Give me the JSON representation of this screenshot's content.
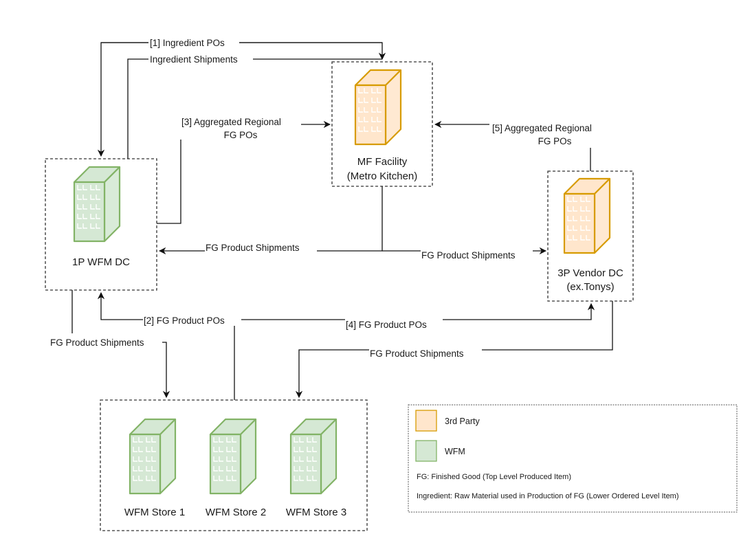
{
  "colors": {
    "third_party_fill": "#ffe6cc",
    "third_party_stroke": "#d79b00",
    "wfm_fill": "#d5e8d4",
    "wfm_stroke": "#82b366",
    "edge": "#111111"
  },
  "nodes": {
    "mf_facility": {
      "line1": "MF Facility",
      "line2": "(Metro Kitchen)",
      "category": "third_party",
      "icon": "building-icon"
    },
    "wfm_dc": {
      "line1": "1P WFM DC",
      "category": "wfm",
      "icon": "building-icon"
    },
    "vendor_dc": {
      "line1": "3P Vendor DC",
      "line2": "(ex.Tonys)",
      "category": "third_party",
      "icon": "building-icon"
    },
    "stores": [
      {
        "label": "WFM Store 1",
        "category": "wfm",
        "icon": "building-icon"
      },
      {
        "label": "WFM Store 2",
        "category": "wfm",
        "icon": "building-icon"
      },
      {
        "label": "WFM Store 3",
        "category": "wfm",
        "icon": "building-icon"
      }
    ]
  },
  "edges": {
    "ingredient_pos": {
      "label": "[1] Ingredient POs",
      "from": "1P WFM DC",
      "to": "MF Facility"
    },
    "ingredient_shipments": {
      "label": "Ingredient Shipments",
      "from": "MF Facility",
      "to": "1P WFM DC"
    },
    "fg_product_pos_2": {
      "label": "[2] FG Product POs",
      "from": "WFM Stores",
      "to": "1P WFM DC"
    },
    "aggregated_3": {
      "line1": "[3] Aggregated Regional",
      "line2": "FG POs",
      "from": "1P WFM DC",
      "to": "MF Facility"
    },
    "fg_product_pos_4": {
      "label": "[4] FG Product POs",
      "from": "WFM Stores",
      "to": "3P Vendor DC"
    },
    "aggregated_5": {
      "line1": "[5] Aggregated Regional",
      "line2": "FG POs",
      "from": "3P Vendor DC",
      "to": "MF Facility"
    },
    "mf_to_dc_shipments": {
      "label": "FG Product Shipments",
      "from": "MF Facility",
      "to": "1P WFM DC"
    },
    "mf_to_vendor_shipments": {
      "label": "FG Product Shipments",
      "from": "MF Facility",
      "to": "3P Vendor DC"
    },
    "dc_to_stores_shipments": {
      "label": "FG Product Shipments",
      "from": "1P WFM DC",
      "to": "WFM Stores"
    },
    "vendor_to_stores_shipments": {
      "label": "FG Product Shipments",
      "from": "3P Vendor DC",
      "to": "WFM Stores"
    }
  },
  "legend": {
    "items": [
      {
        "label": "3rd Party",
        "category": "third_party"
      },
      {
        "label": "WFM",
        "category": "wfm"
      }
    ],
    "notes": [
      "FG: Finished Good (Top Level Produced Item)",
      "Ingredient: Raw Material used in Production of FG (Lower Ordered Level Item)"
    ]
  }
}
